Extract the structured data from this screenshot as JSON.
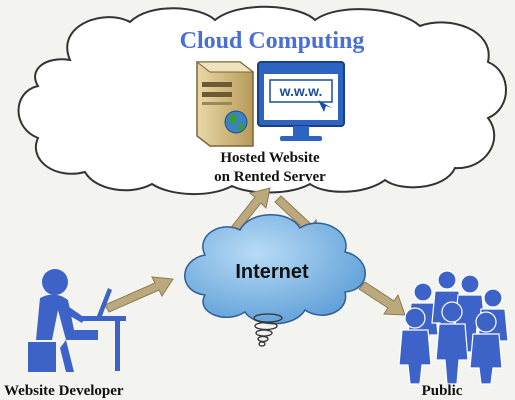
{
  "cloud": {
    "title": "Cloud Computing",
    "caption_line1": "Hosted Website",
    "caption_line2": "on Rented Server",
    "screen_text": "w.w.w."
  },
  "internet": {
    "label": "Internet"
  },
  "developer": {
    "label": "Website Developer"
  },
  "public": {
    "label": "Public"
  },
  "colors": {
    "cloud_title": "#4a6fd3",
    "internet_fill": "#86b9e6",
    "arrow": "#bba97d",
    "person": "#3d63c9"
  },
  "icons": {
    "server": "server-icon",
    "monitor": "monitor-icon",
    "globe": "globe-icon",
    "developer": "developer-icon",
    "public": "public-group-icon"
  }
}
